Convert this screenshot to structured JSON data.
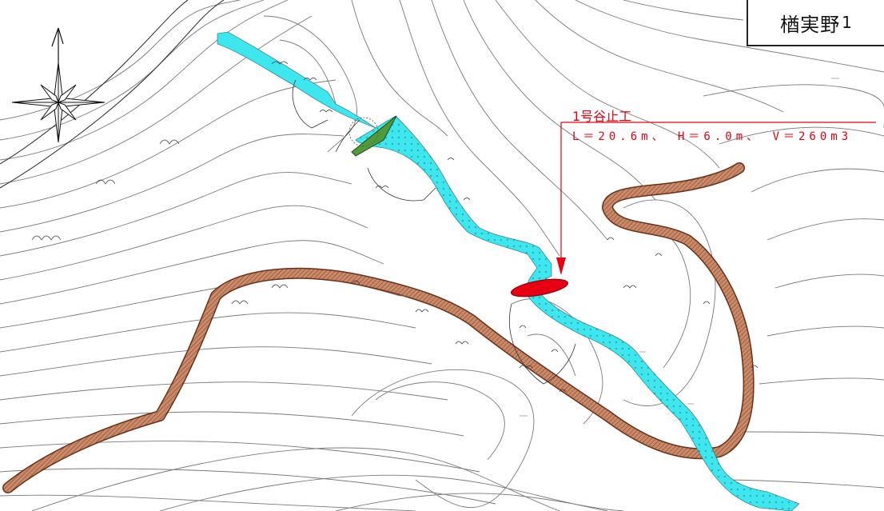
{
  "title": {
    "name": "楢実野",
    "number": "1"
  },
  "callout": {
    "label": "1号谷止工",
    "spec": "L＝20.6m、 H＝6.0m、 V＝260m3"
  },
  "colors": {
    "stream": "#3ee6ee",
    "road": "#c98a6a",
    "road_edge": "#8a4a30",
    "dam_existing": "#4f9a3a",
    "dam_planned": "#e60012",
    "contour": "#7a7a7a",
    "callout": "#e60012"
  },
  "icons": [
    "north-arrow-icon",
    "compass-rose-icon"
  ]
}
